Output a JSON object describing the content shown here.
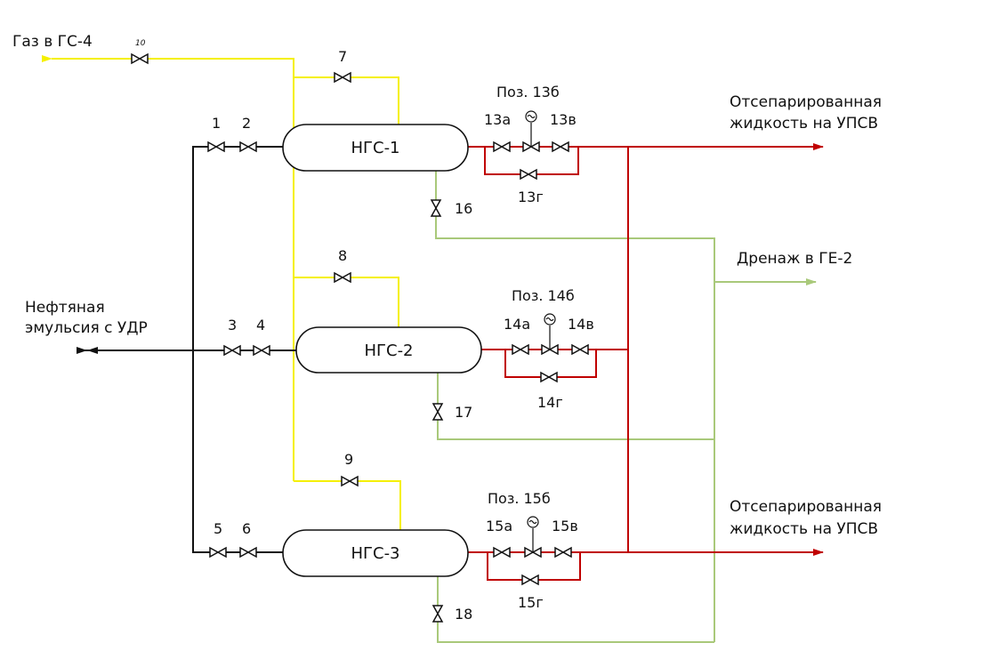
{
  "labels": {
    "gas_out": "Газ в ГС-4",
    "emulsion_line1": "Нефтяная",
    "emulsion_line2": "эмульсия с УДР",
    "liquid_top_line1": "Отсепарированная",
    "liquid_top_line2": "жидкость на УПСВ",
    "drain": "Дренаж в ГЕ-2",
    "liquid_bottom_line1": "Отсепарированная",
    "liquid_bottom_line2": "жидкость на УПСВ"
  },
  "vessels": {
    "ngs1": "НГС-1",
    "ngs2": "НГС-2",
    "ngs3": "НГС-3"
  },
  "positions": {
    "pos13": "Поз. 13б",
    "pos14": "Поз. 14б",
    "pos15": "Поз. 15б"
  },
  "valves": {
    "v1": "1",
    "v2": "2",
    "v3": "3",
    "v4": "4",
    "v5": "5",
    "v6": "6",
    "v7": "7",
    "v8": "8",
    "v9": "9",
    "v10": "10",
    "v13a": "13а",
    "v13v": "13в",
    "v13g": "13г",
    "v14a": "14а",
    "v14v": "14в",
    "v14g": "14г",
    "v15a": "15а",
    "v15v": "15в",
    "v15g": "15г",
    "v16": "16",
    "v17": "17",
    "v18": "18"
  },
  "colors": {
    "gas_line": "#f5f000",
    "liquid_line": "#c00000",
    "drain_line": "#a9c97a",
    "feed_line": "#111111"
  }
}
